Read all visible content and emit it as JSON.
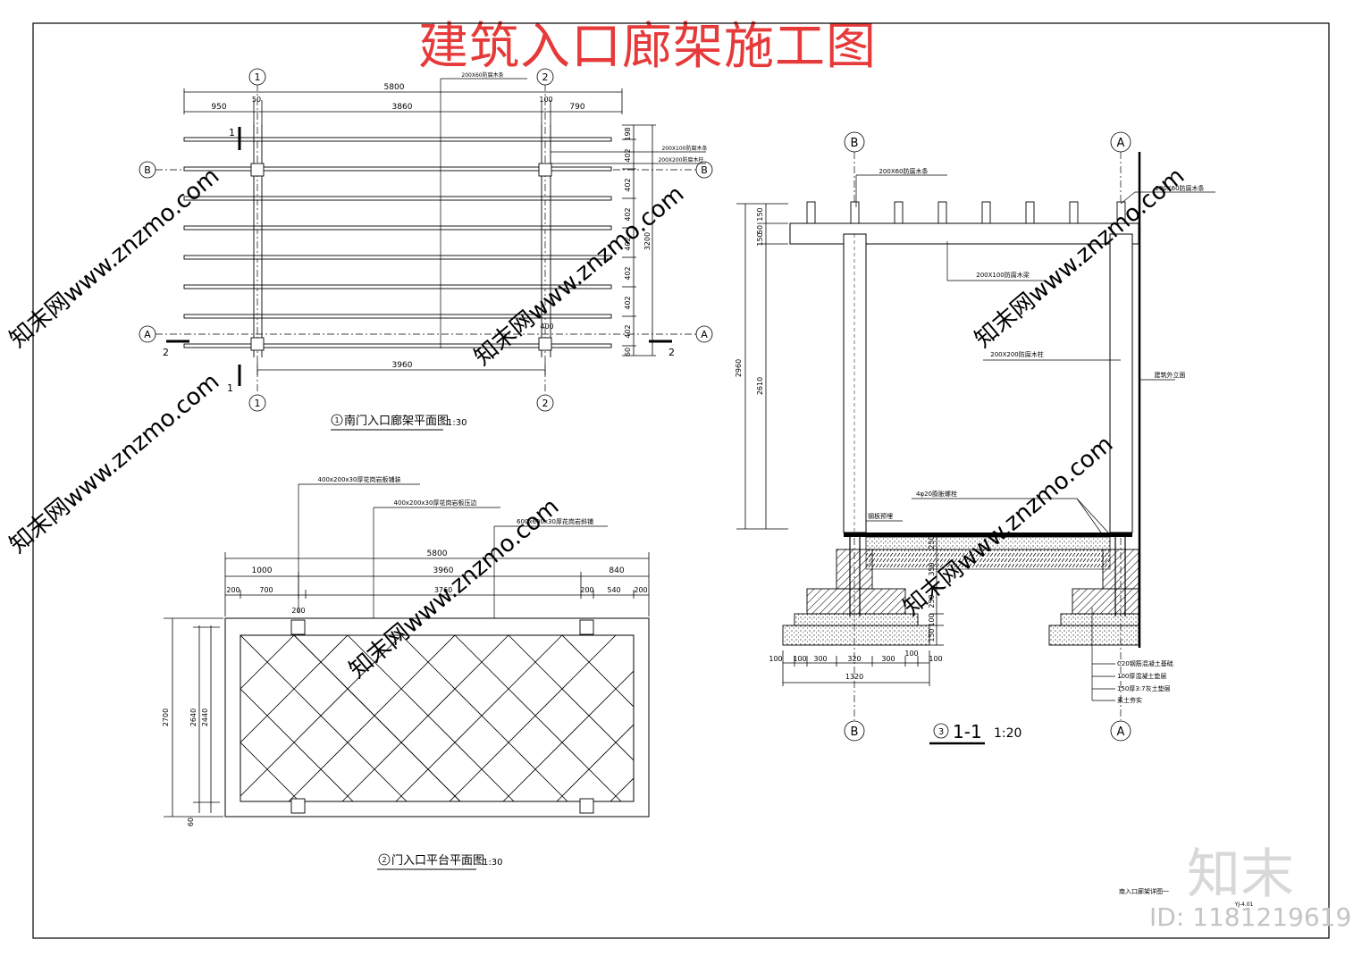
{
  "title": "建筑入口廊架施工图",
  "plan1": {
    "title": "南门入口廊架平面图",
    "scale": "1:30",
    "number": "1",
    "dim_total": "5800",
    "dims_top": [
      "950",
      "50",
      "3860",
      "100",
      "790"
    ],
    "dims_bottom": [
      "3960"
    ],
    "dim_right_total": "3200",
    "dims_right": [
      "198",
      "402",
      "402",
      "402",
      "402",
      "402",
      "402",
      "402",
      "60"
    ],
    "label_purlin": "200X60防腐木条",
    "label_beam": "200X100防腐木条",
    "label_column": "200X200防腐木柱",
    "axis_1": "1",
    "axis_2": "2",
    "axis_A": "A",
    "axis_B": "B",
    "section_1": "1",
    "section_2": "2",
    "small_dim": "400"
  },
  "plan2": {
    "title": "门入口平台平面图",
    "scale": "1:30",
    "number": "2",
    "label_a": "400x200x30厚花岗岩板铺装",
    "label_b": "400x200x30厚花岗岩板压边",
    "label_c": "600x600x30厚花岗岩斜铺",
    "dim_total": "5800",
    "dims_1": [
      "1000",
      "3960",
      "840"
    ],
    "dims_2": [
      "200",
      "700",
      "3760",
      "200",
      "540",
      "200"
    ],
    "dim_200": "200",
    "dims_left": [
      "2700",
      "2640",
      "2440"
    ],
    "dim_60": "60"
  },
  "section": {
    "title": "1-1",
    "scale": "1:20",
    "number": "3",
    "axis_A": "A",
    "axis_B": "B",
    "label_purlin": "200X60防腐木条",
    "label_purlin_right": "200X60防腐木条",
    "label_beam": "200X100防腐木梁",
    "label_column": "200X200防腐木柱",
    "label_wall": "建筑外立面",
    "label_anchor": "4φ20膨胀螺栓",
    "label_plate": "钢板预埋",
    "dims_left": [
      "150",
      "50",
      "150"
    ],
    "dim_2960": "2960",
    "dim_2610": "2610",
    "dims_found": [
      "250",
      "350",
      "250",
      "100",
      "150"
    ],
    "dims_bottom": [
      "100",
      "100",
      "300",
      "320",
      "300",
      "100",
      "100"
    ],
    "dim_1320": "1320",
    "layers": [
      "C20钢筋混凝土基础",
      "100厚混凝土垫层",
      "150厚3:7灰土垫层",
      "素土夯实"
    ]
  },
  "titleblock": {
    "name": "南入口廊架详图一",
    "code": "YJ-4.01"
  },
  "watermark": {
    "logo": "知末",
    "id": "ID: 1181219619"
  }
}
